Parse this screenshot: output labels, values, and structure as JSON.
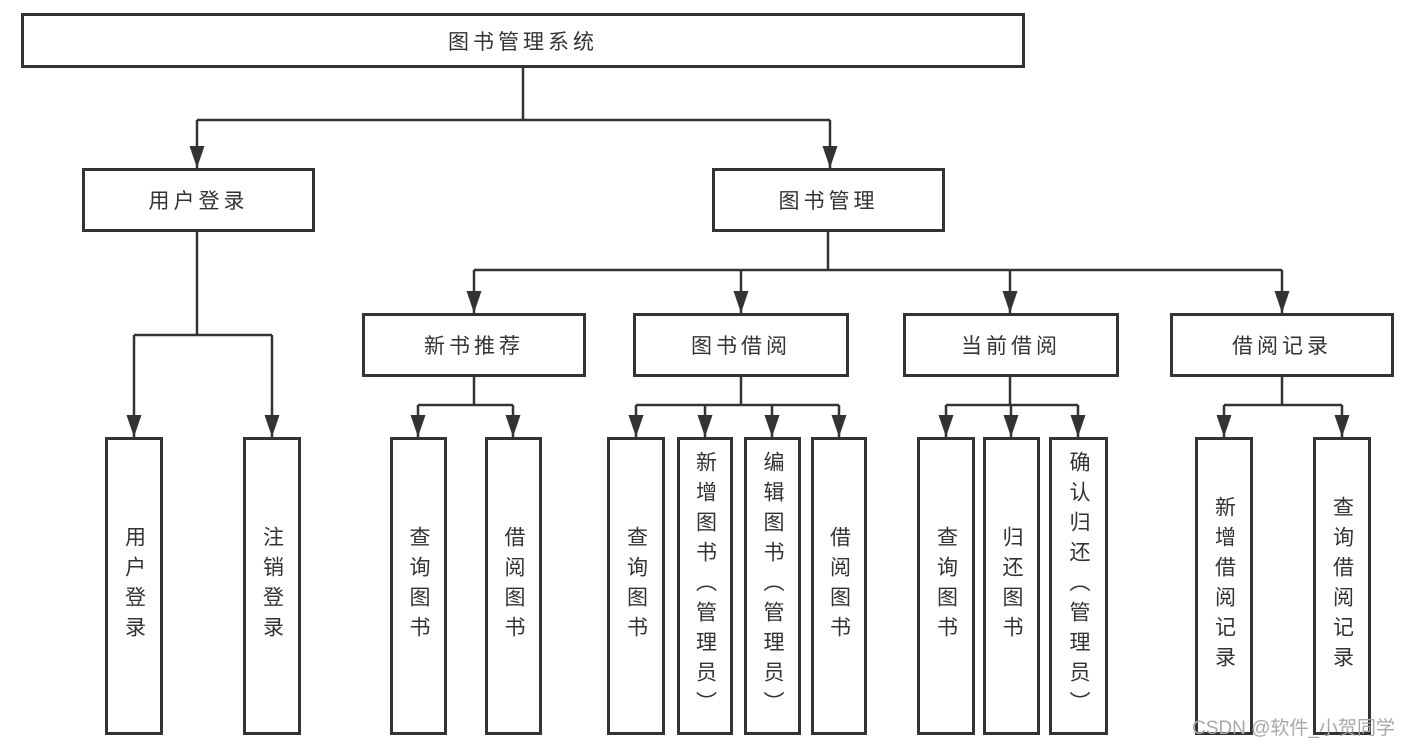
{
  "tree": {
    "root": "图书管理系统",
    "children": [
      {
        "label": "用户登录",
        "children": [
          "用户登录",
          "注销登录"
        ]
      },
      {
        "label": "图书管理",
        "children": [
          {
            "label": "新书推荐",
            "children": [
              "查询图书",
              "借阅图书"
            ]
          },
          {
            "label": "图书借阅",
            "children": [
              "查询图书",
              "新增图书（管理员）",
              "编辑图书（管理员）",
              "借阅图书"
            ]
          },
          {
            "label": "当前借阅",
            "children": [
              "查询图书",
              "归还图书",
              "确认归还（管理员）"
            ]
          },
          {
            "label": "借阅记录",
            "children": [
              "新增借阅记录",
              "查询借阅记录"
            ]
          }
        ]
      }
    ]
  },
  "watermark": "CSDN @软件_小贺同学",
  "colors": {
    "line": "#333333",
    "text": "#333333",
    "watermark": "#a8a8a8",
    "background": "#ffffff"
  }
}
